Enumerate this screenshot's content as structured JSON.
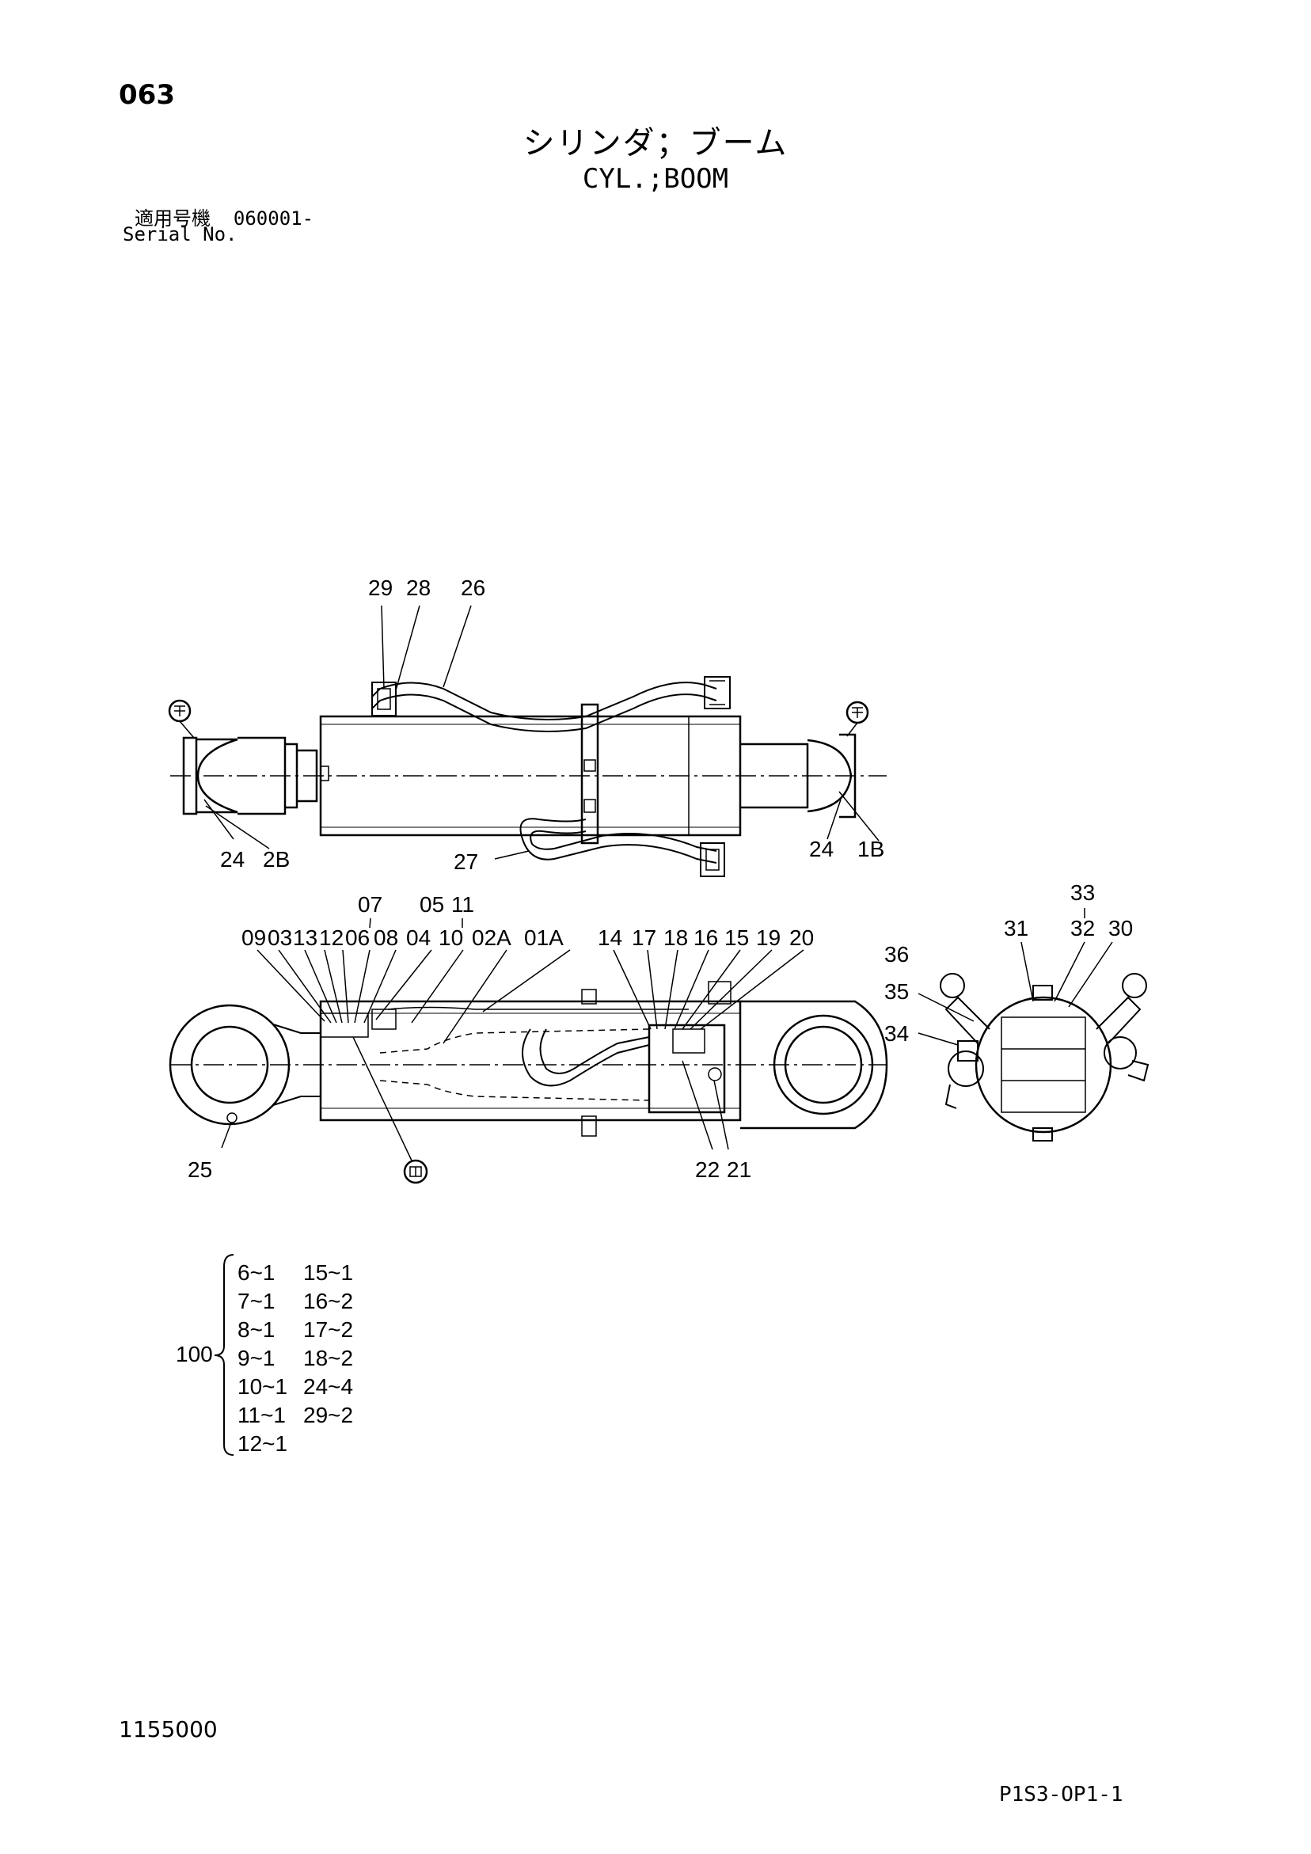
{
  "header": {
    "page_number": "063",
    "title_jp": "シリンダ；ブーム",
    "title_en": "CYL.;BOOM",
    "serial_jp_label": "適用号機",
    "serial_value": "060001-",
    "serial_en_label": "Serial No."
  },
  "callouts": {
    "c29": "29",
    "c28": "28",
    "c26": "26",
    "c24a": "24",
    "c2B": "2B",
    "c27": "27",
    "c24b": "24",
    "c1B": "1B",
    "c07": "07",
    "c05": "05",
    "c11": "11",
    "c09": "09",
    "c03": "03",
    "c13": "13",
    "c12": "12",
    "c06": "06",
    "c08": "08",
    "c04": "04",
    "c10": "10",
    "c02A": "02A",
    "c01A": "01A",
    "c14": "14",
    "c17": "17",
    "c18": "18",
    "c16": "16",
    "c15": "15",
    "c19": "19",
    "c20": "20",
    "c25": "25",
    "c22": "22",
    "c21": "21",
    "c33": "33",
    "c31": "31",
    "c32": "32",
    "c30": "30",
    "c36": "36",
    "c35": "35",
    "c34": "34"
  },
  "kit": {
    "number": "100",
    "left": [
      "6~1",
      "7~1",
      "8~1",
      "9~1",
      "10~1",
      "11~1",
      "12~1"
    ],
    "right": [
      "15~1",
      "16~2",
      "17~2",
      "18~2",
      "24~4",
      "29~2"
    ]
  },
  "footer": {
    "doc_number": "1155000",
    "sheet_code": "P1S3-OP1-1"
  }
}
